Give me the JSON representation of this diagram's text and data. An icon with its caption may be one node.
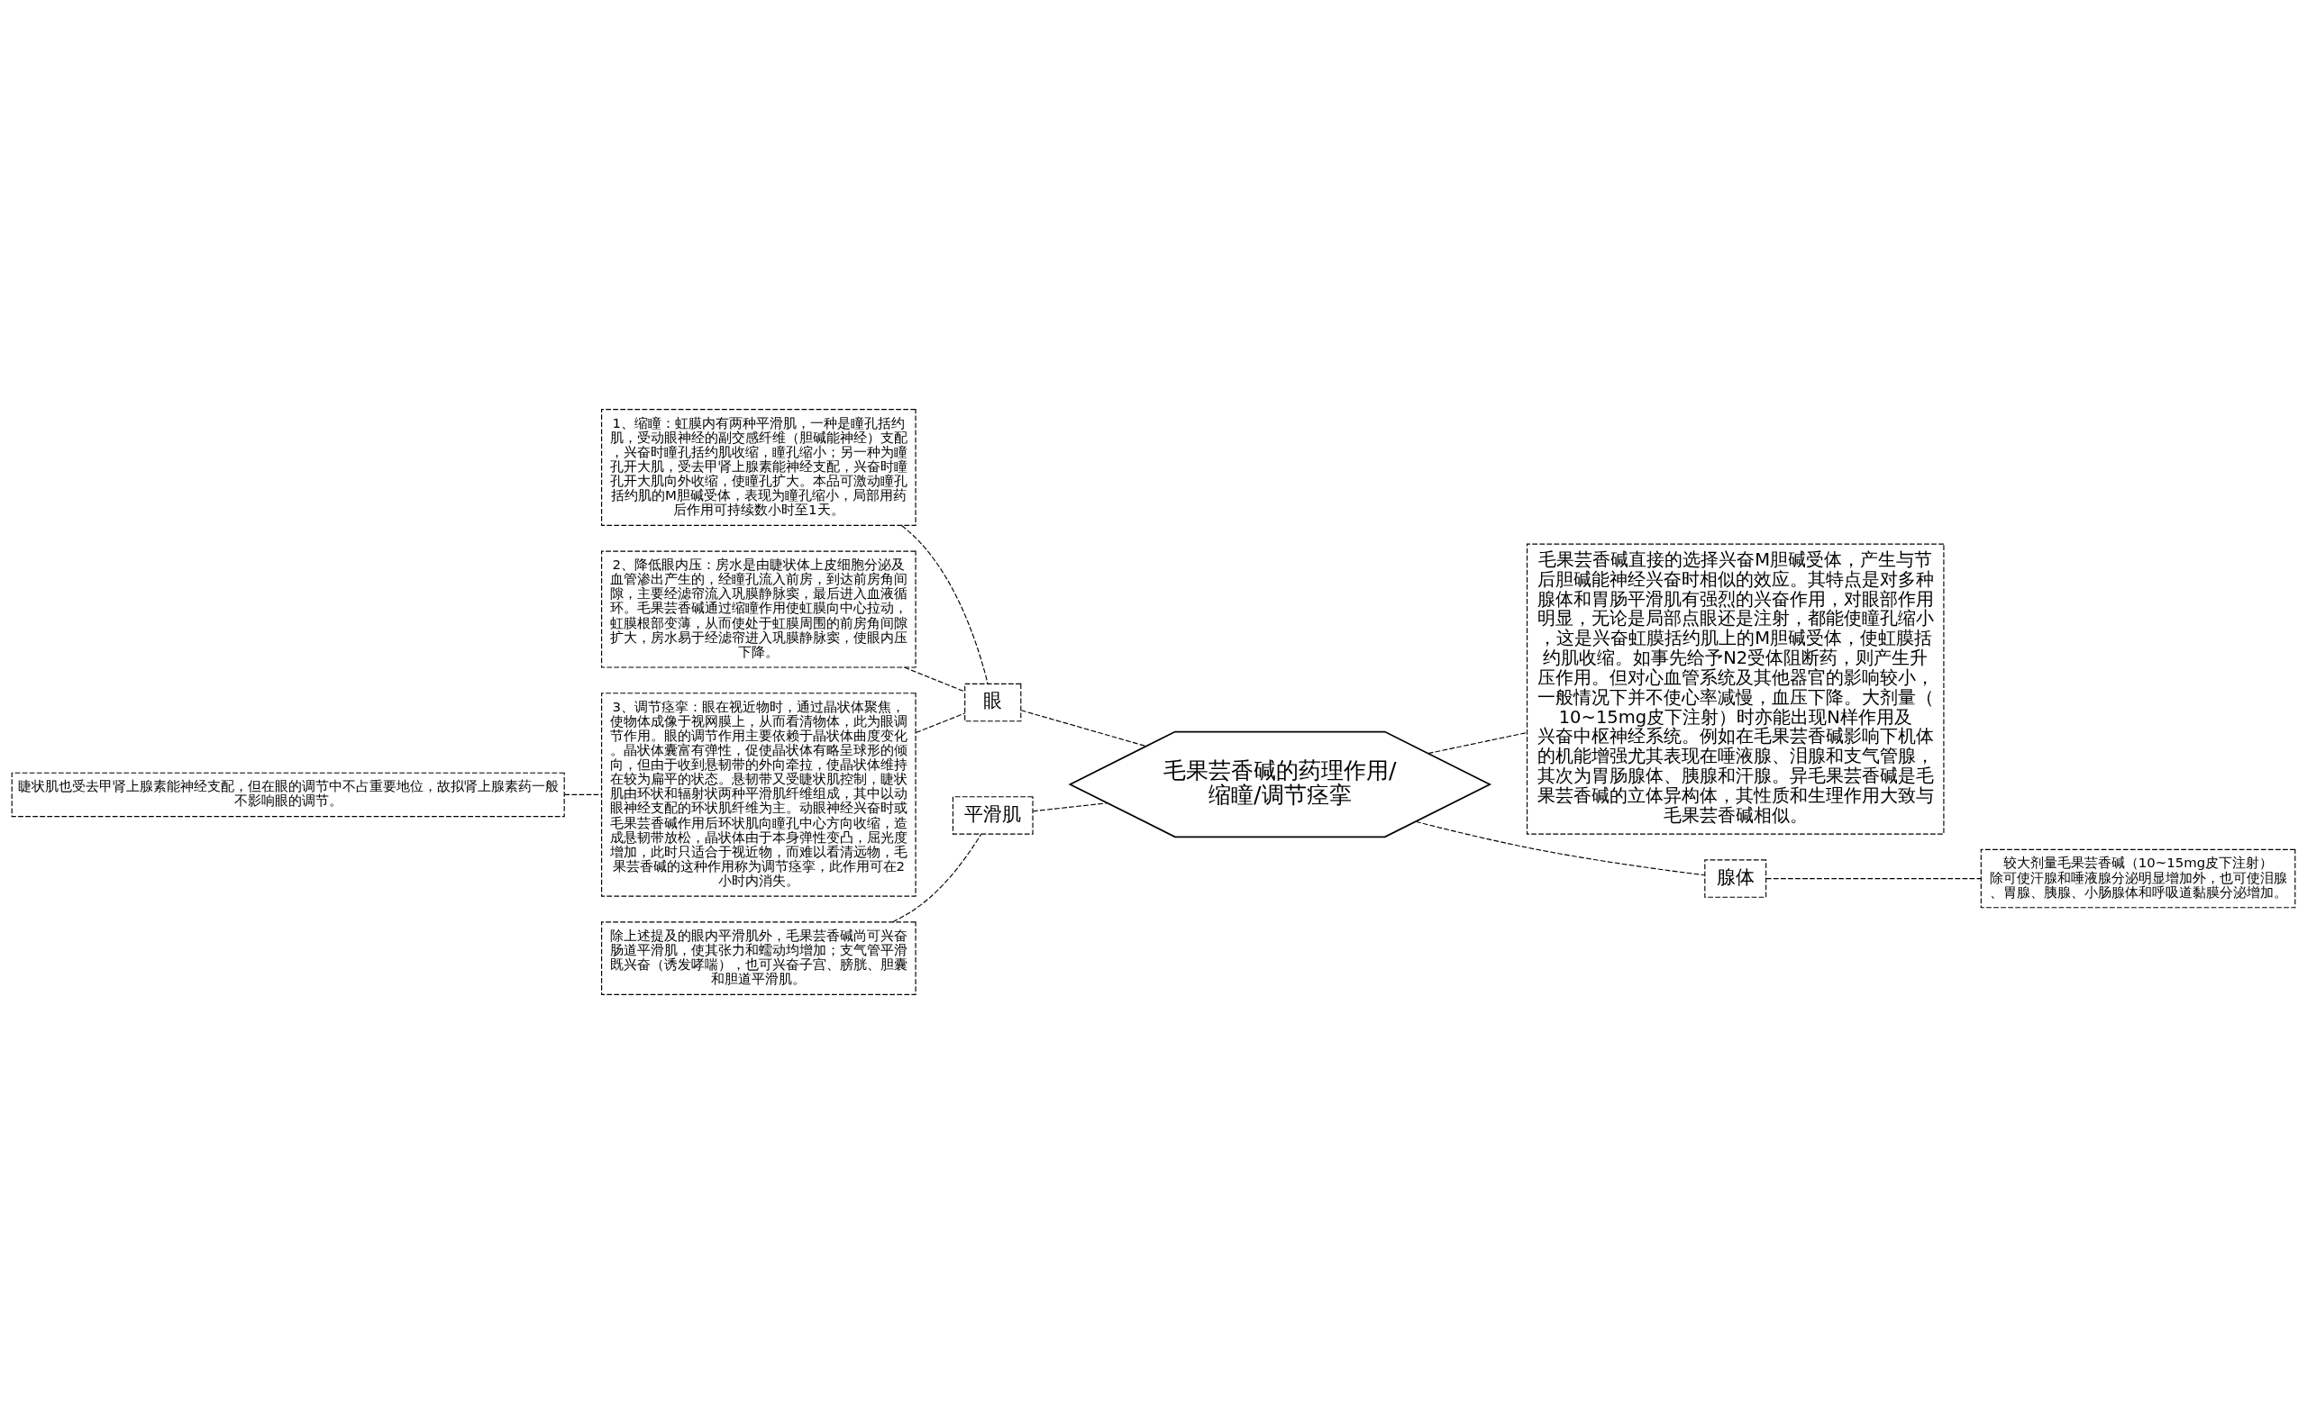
{
  "diagram": {
    "nodes": [
      {
        "text": [
          "毛果芸香碱的药理作用/缩瞳/调节痉挛"
        ]
      },
      {
        "text": [
          "眼"
        ]
      },
      {
        "text": [
          "平滑肌"
        ]
      },
      {
        "text": [
          "毛果芸香碱直接的选择兴奋M胆碱受体，产生与节后胆碱能神经兴奋时相似的效应。其特点是对多种腺体和胃肠平滑肌有强烈的兴奋作用，对眼部作用明显，无论是局部点眼还是注射，都能使瞳孔缩小，这是兴奋虹膜括约肌上的M胆碱受体，使虹膜括约肌收缩。如事先给予N2受体阻断药，则产生升压作用。但对心血管系统及其他器官的影响较小，一般情况下并不使心率减慢，血压下降。大剂量（10~15mg皮下注射）时亦能出现N样作用及兴奋中枢神经系统。例如在毛果芸香碱影响下机体的机能增强尤其表现在唾液腺、泪腺和支气管腺，其次为胃肠腺体、胰腺和汗腺。异毛果芸香碱是毛果芸香碱的立体异构体，其性质和生理作用大致与毛果芸香碱相似。"
        ]
      },
      {
        "text": [
          "腺体"
        ]
      },
      {
        "text": [
          "1、缩瞳：虹膜内有两种平滑肌，一种是瞳孔括约肌，受动眼神经的副交感纤维（胆碱能神经）支配，兴奋时瞳孔括约肌收缩，瞳孔缩小；另一种为瞳孔开大肌，受去甲肾上腺素能神经支配，兴奋时瞳孔开大肌向外收缩，使瞳孔扩大。本品可激动瞳孔括约肌的M胆碱受体，表现为瞳孔缩小，局部用药后作用可持续数小时至1天。"
        ]
      },
      {
        "text": [
          "2、降低眼内压：房水是由睫状体上皮细胞分泌及血管渗出产生的，经瞳孔流入前房，到达前房角间隙，主要经滤帘流入巩膜静脉窦，最后进入血液循环。毛果芸香碱通过缩瞳作用使虹膜向中心拉动，虹膜根部变薄，从而使处于虹膜周围的前房角间隙扩大，房水易于经滤帘进入巩膜静脉窦，使眼内压下降。"
        ]
      },
      {
        "text": [
          "3、调节痉挛：眼在视近物时，通过晶状体聚焦，使物体成像于视网膜上，从而看清物体，此为眼调节作用。眼的调节作用主要依赖于晶状体曲度变化。晶状体囊富有弹性，促使晶状体有略呈球形的倾向，但由于收到悬韧带的外向牵拉，使晶状体维持在较为扁平的状态。悬韧带又受睫状肌控制，睫状肌由环状和辐射状两种平滑肌纤维组成，其中以动眼神经支配的环状肌纤维为主。动眼神经兴奋时或毛果芸香碱作用后环状肌向瞳孔中心方向收缩，造成悬韧带放松，晶状体由于本身弹性变凸，屈光度增加，此时只适合于视近物，而难以看清远物，毛果芸香碱的这种作用称为调节痉挛，此作用可在2小时内消失。"
        ]
      },
      {
        "text": [
          "睫状肌也受去甲肾上腺素能神经支配，但在眼的调节中不占重要地位，故拟肾上腺素药一般不影响眼的调节。"
        ]
      },
      {
        "text": [
          "除上述提及的眼内平滑肌外，毛果芸香碱尚可兴奋肠道平滑肌，使其张力和蠕动均增加；支气管平滑既兴奋（诱发哮喘），也可兴奋子宫、膀胱、胆囊和胆道平滑肌。"
        ]
      },
      {
        "text": [
          "较大剂量毛果芸香碱（10~15mg皮下注射）除可使汗腺和唾液腺分泌明显增加外，也可使泪腺、胃腺、胰腺、小肠腺体和呼吸道黏膜分泌增加。"
        ]
      }
    ],
    "edges": [
      {
        "from": 0,
        "to": 1,
        "arrow": "none",
        "style": "dashed"
      },
      {
        "from": 0,
        "to": 2,
        "arrow": "none",
        "style": "dashed"
      },
      {
        "from": 0,
        "to": 3,
        "arrow": "none",
        "style": "dashed"
      },
      {
        "from": 0,
        "to": 4,
        "arrow": "none",
        "style": "dashed"
      },
      {
        "from": 1,
        "to": 5,
        "arrow": "none",
        "style": "dashed"
      },
      {
        "from": 1,
        "to": 6,
        "arrow": "none",
        "style": "dashed"
      },
      {
        "from": 1,
        "to": 7,
        "arrow": "none",
        "style": "dashed"
      },
      {
        "from": 7,
        "to": 8,
        "arrow": "none",
        "style": "dashed"
      },
      {
        "from": 2,
        "to": 9,
        "arrow": "none",
        "style": "dashed"
      },
      {
        "from": 4,
        "to": 10,
        "arrow": "none",
        "style": "dashed"
      }
    ]
  }
}
